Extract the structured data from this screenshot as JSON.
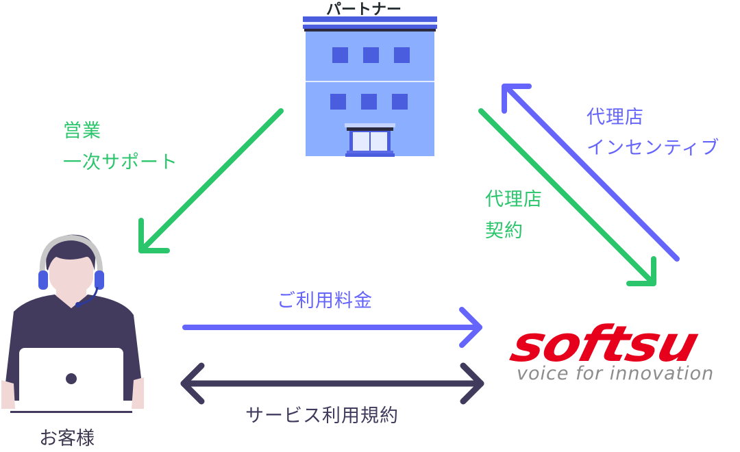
{
  "nodes": {
    "partner": {
      "label": "パートナー"
    },
    "customer": {
      "label": "お客様"
    },
    "company": {
      "logo_text": "softsu",
      "tagline": "voice for innovation"
    }
  },
  "edges": {
    "partner_to_customer": {
      "lines": [
        "営業",
        "一次サポート"
      ],
      "direction": "partner → customer"
    },
    "company_to_partner": {
      "lines": [
        "代理店",
        "インセンティブ"
      ],
      "direction": "company → partner"
    },
    "partner_to_company": {
      "lines": [
        "代理店",
        "契約"
      ],
      "direction": "partner → company"
    },
    "customer_to_company_fee": {
      "label": "ご利用料金",
      "direction": "customer → company"
    },
    "service_terms": {
      "label": "サービス利用規約",
      "direction": "bidirectional"
    }
  },
  "colors": {
    "green": "#2bc56c",
    "blue": "#6665fb",
    "dark": "#403a5c",
    "logo_red": "#e6001b",
    "logo_gray": "#8c8c8c",
    "building": "#8caeff",
    "building_accent": "#4b5ddf"
  }
}
